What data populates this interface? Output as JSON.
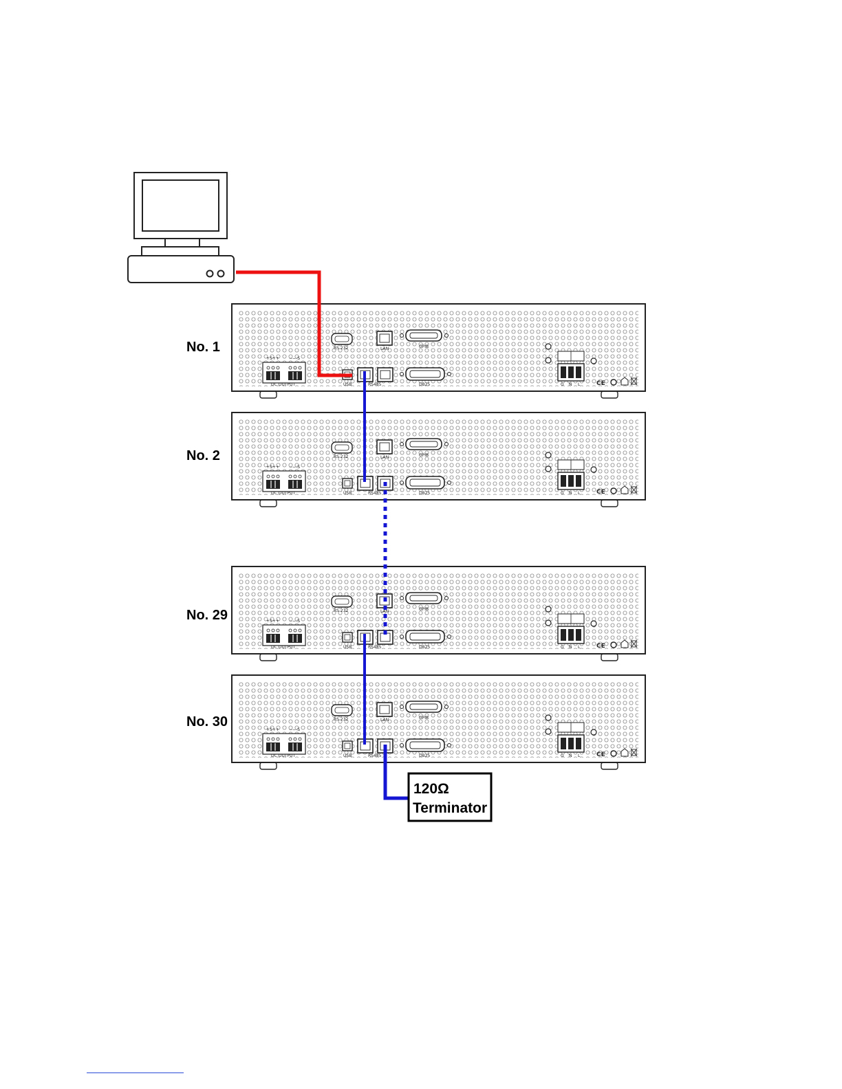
{
  "units": [
    {
      "label": "No. 1"
    },
    {
      "label": "No. 2"
    },
    {
      "label": "No. 29"
    },
    {
      "label": "No. 30"
    }
  ],
  "panel_labels": {
    "rs232": "RS 232",
    "lan": "LAN",
    "gpib": "GPIB",
    "usb": "USB",
    "rs485": "RS485",
    "db25": "DB25",
    "dc_output": "DC OUTPUT",
    "sense_pos": "+S++",
    "sense_neg": "−−-S",
    "ac_g": "G",
    "ac_n": "N",
    "ac_l": "L"
  },
  "terminator": {
    "line1": "120Ω",
    "line2": "Terminator"
  },
  "colors": {
    "pc_link": "#ee1111",
    "rs485_link": "#1515d4",
    "outline": "#222222"
  },
  "icons": [
    "computer-icon",
    "ce-mark-icon",
    "ground-icon",
    "weee-bin-icon"
  ]
}
